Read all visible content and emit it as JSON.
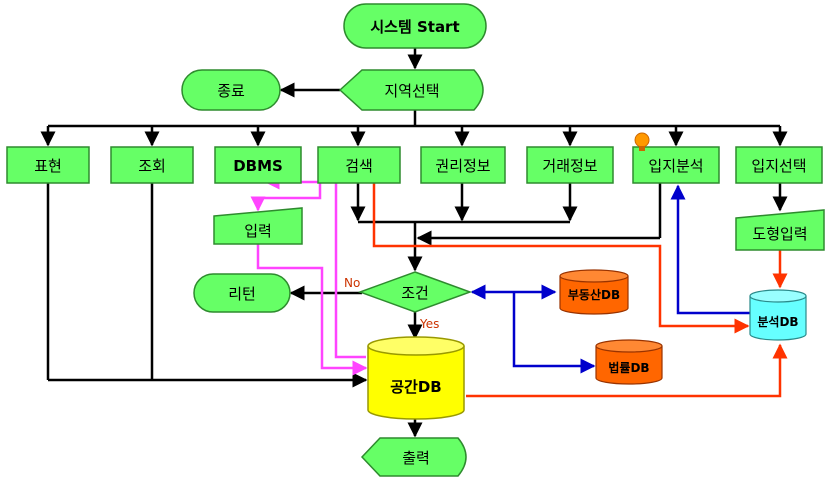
{
  "nodes": {
    "start": "시스템 Start",
    "region_select": "지역선택",
    "end": "종료",
    "express": "표현",
    "inquiry": "조회",
    "dbms": "DBMS",
    "search": "검색",
    "rights_info": "권리정보",
    "trade_info": "거래정보",
    "site_analysis": "입지분석",
    "site_select": "입지선택",
    "input": "입력",
    "shape_input": "도형입력",
    "return": "리턴",
    "condition": "조건",
    "output": "출력"
  },
  "databases": {
    "realestate_db": "부동산DB",
    "law_db": "법률DB",
    "spatial_db": "공간DB",
    "analysis_db": "분석DB"
  },
  "edge_labels": {
    "no": "No",
    "yes": "Yes"
  },
  "colors": {
    "process_fill": "#66ff66",
    "process_stroke": "#2e8b2e",
    "spatial_db": "#ffff00",
    "external_db": "#ff6600",
    "analysis_db": "#66ffff",
    "flow_black": "#000000",
    "flow_magenta": "#ff44ff",
    "flow_red": "#ff3300",
    "flow_blue": "#0000cc",
    "bulb": "#ff9900"
  },
  "icons": [
    "lightbulb-icon"
  ]
}
